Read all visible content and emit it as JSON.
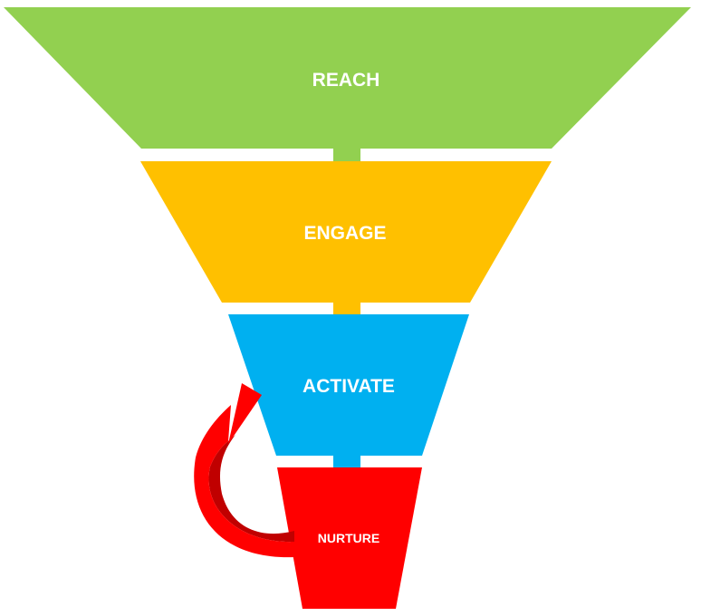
{
  "stages": [
    {
      "id": "reach",
      "label": "REACH",
      "color": "#92D050"
    },
    {
      "id": "engage",
      "label": "ENGAGE",
      "color": "#FFC000"
    },
    {
      "id": "activate",
      "label": "ACTIVATE",
      "color": "#00B0F0"
    },
    {
      "id": "nurture",
      "label": "NURTURE",
      "color": "#FF0000"
    }
  ],
  "loop_arrow": {
    "from": "NURTURE",
    "to": "ACTIVATE",
    "color": "#FF0000",
    "shadow_color": "#C00000"
  }
}
